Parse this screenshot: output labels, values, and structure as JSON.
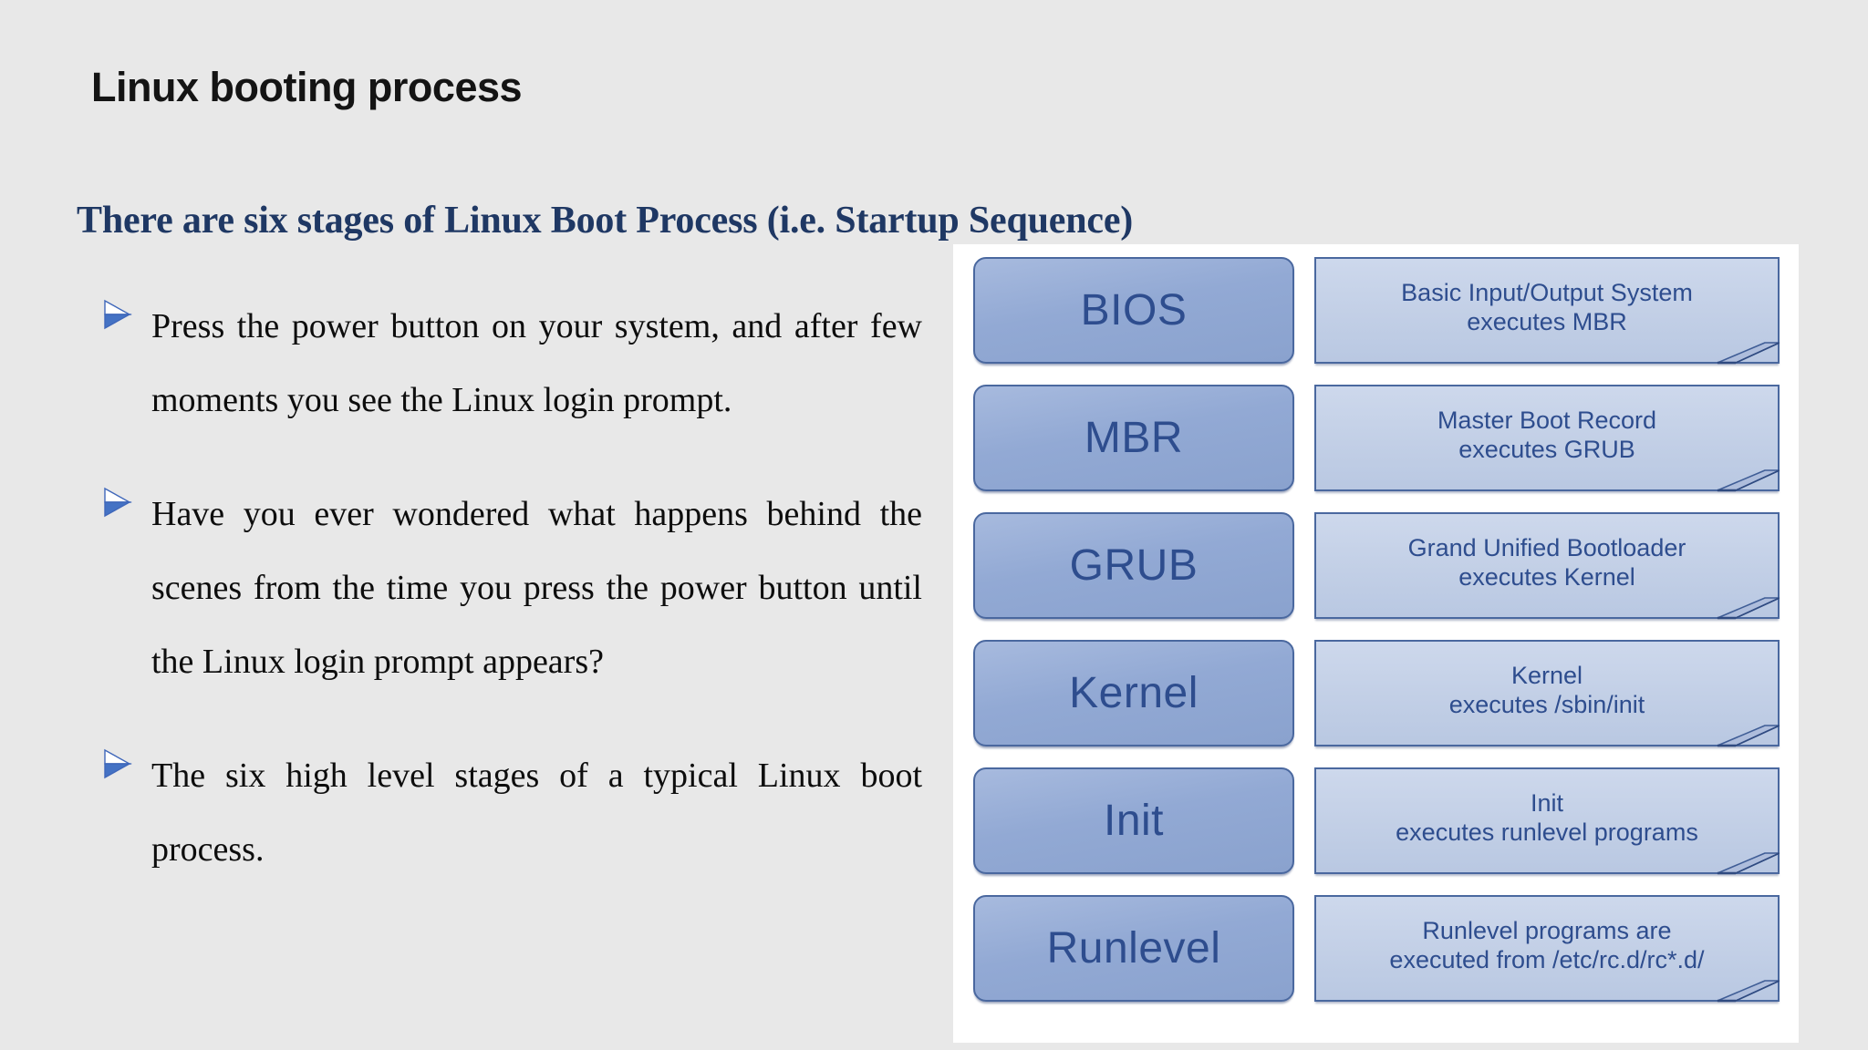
{
  "slide": {
    "title": "Linux booting process",
    "subtitle": "There are six stages of Linux Boot Process (i.e. Startup Sequence)"
  },
  "bullets": [
    {
      "marker": "arrow-bullet-icon",
      "text": "Press the power button on your system, and after few moments you see the Linux login prompt."
    },
    {
      "marker": "arrow-bullet-icon",
      "text": "Have you ever wondered what happens behind the scenes from the time you press the power button until the Linux login prompt appears?"
    },
    {
      "marker": "arrow-bullet-icon",
      "text": "The six high level stages of a typical Linux boot process."
    }
  ],
  "diagram": {
    "name": "linux-boot-sequence-diagram",
    "rows": [
      {
        "stage": "BIOS",
        "description": "Basic Input/Output System\nexecutes MBR"
      },
      {
        "stage": "MBR",
        "description": "Master Boot Record\nexecutes GRUB"
      },
      {
        "stage": "GRUB",
        "description": "Grand Unified Bootloader\nexecutes Kernel"
      },
      {
        "stage": "Kernel",
        "description": "Kernel\nexecutes /sbin/init"
      },
      {
        "stage": "Init",
        "description": "Init\nexecutes runlevel programs"
      },
      {
        "stage": "Runlevel",
        "description": "Runlevel programs are\nexecuted from /etc/rc.d/rc*.d/"
      }
    ]
  },
  "colors": {
    "page_background": "#e8e8e8",
    "panel_background": "#ffffff",
    "title_text": "#141414",
    "subtitle_text": "#1f3864",
    "body_text": "#0d0d0d",
    "stage_box_fill": "#92a9d4",
    "stage_box_border": "#4a689f",
    "note_box_fill": "#c5d1e8",
    "diagram_text": "#2e4d8e",
    "bullet_marker": "#4472c4"
  }
}
